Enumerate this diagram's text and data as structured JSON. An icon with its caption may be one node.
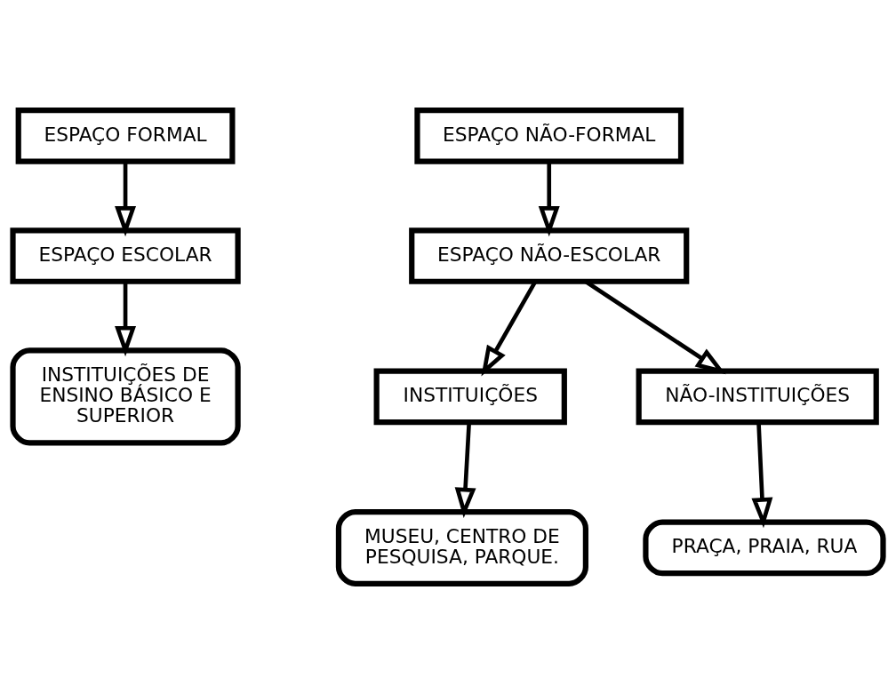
{
  "diagram": {
    "nodes": [
      {
        "text": [
          "ESPAÇO FORMAL"
        ]
      },
      {
        "text": [
          "ESPAÇO NÃO-FORMAL"
        ]
      },
      {
        "text": [
          "ESPAÇO ESCOLAR"
        ]
      },
      {
        "text": [
          "ESPAÇO NÃO-ESCOLAR"
        ]
      },
      {
        "text": [
          "INSTITUIÇÕES DE ENSINO BÁSICO E SUPERIOR"
        ]
      },
      {
        "text": [
          "INSTITUIÇÕES"
        ]
      },
      {
        "text": [
          "NÃO-INSTITUIÇÕES"
        ]
      },
      {
        "text": [
          "MUSEU, CENTRO DE PESQUISA, PARQUE."
        ]
      },
      {
        "text": [
          "PRAÇA, PRAIA, RUA"
        ]
      }
    ],
    "edges": [
      {
        "from": 0,
        "to": 2,
        "arrow": "to"
      },
      {
        "from": 1,
        "to": 3,
        "arrow": "to"
      },
      {
        "from": 2,
        "to": 4,
        "arrow": "to"
      },
      {
        "from": 3,
        "to": 5,
        "arrow": "to"
      },
      {
        "from": 3,
        "to": 6,
        "arrow": "to"
      },
      {
        "from": 5,
        "to": 7,
        "arrow": "to"
      },
      {
        "from": 6,
        "to": 8,
        "arrow": "to"
      }
    ]
  }
}
